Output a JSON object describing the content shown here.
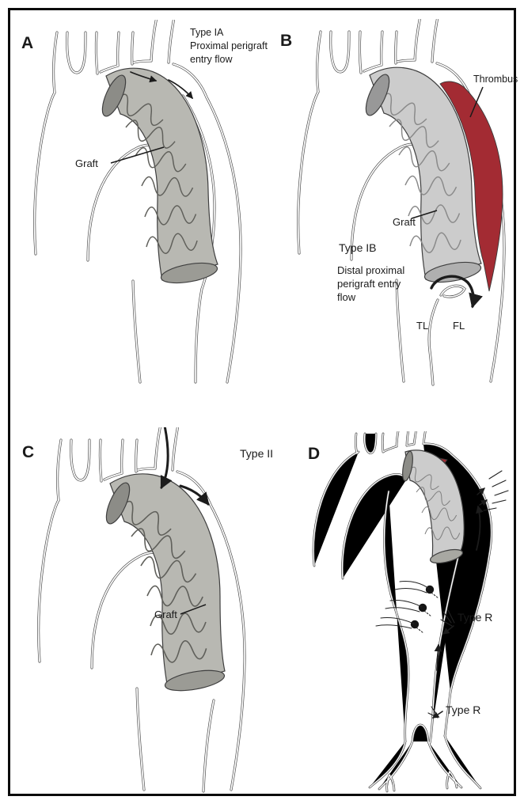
{
  "figure": {
    "panels": {
      "a": {
        "letter": "A",
        "caption_lines": [
          "Type IA",
          "Proximal perigraft",
          "entry flow"
        ],
        "graft_label": "Graft"
      },
      "b": {
        "letter": "B",
        "thrombus_label": "Thrombus",
        "graft_label": "Graft",
        "type_label": "Type IB",
        "caption_lines": [
          "Distal proximal",
          "perigraft entry",
          "flow"
        ],
        "true_lumen_label": "TL",
        "false_lumen_label": "FL"
      },
      "c": {
        "letter": "C",
        "type_label": "Type II",
        "graft_label": "Graft"
      },
      "d": {
        "letter": "D",
        "type_r_upper": "Type R",
        "type_r_lower": "Type R"
      }
    },
    "colors": {
      "thrombus": "#a32b33",
      "graft_dark": "#b8b8b2",
      "graft_light": "#cccccc",
      "wall": "#4d4d4d",
      "ink": "#1a1a1a"
    }
  }
}
